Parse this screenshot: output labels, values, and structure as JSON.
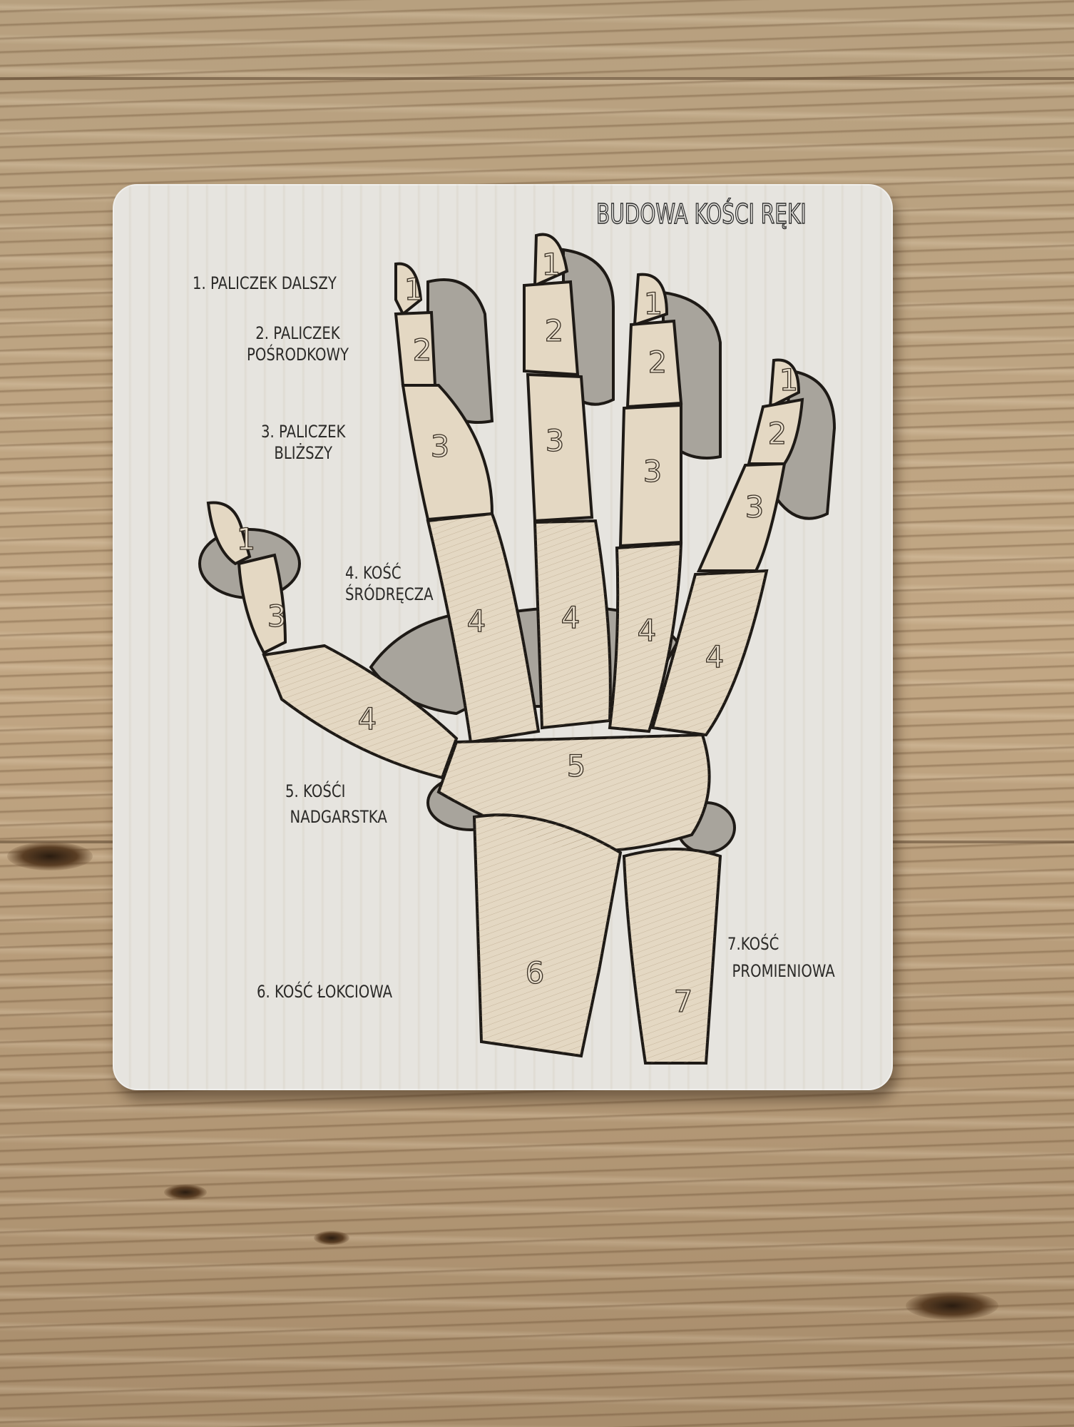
{
  "scene": {
    "description": "Laser-engraved wooden puzzle of hand bones on an oak table",
    "colors": {
      "table_wood": "#b39877",
      "board": "#e6e4df",
      "bone": "#e4d8c3",
      "engraving": "#2b2a28",
      "cutout_shadow": "#9c9890"
    }
  },
  "board": {
    "title": "BUDOWA KOŚCI RĘKI",
    "labels": [
      {
        "id": 1,
        "line1": "1. PALICZEK DALSZY",
        "line2": ""
      },
      {
        "id": 2,
        "line1": "2.  PALICZEK",
        "line2": "POŚRODKOWY"
      },
      {
        "id": 3,
        "line1": "3.  PALICZEK",
        "line2": "BLIŻSZY"
      },
      {
        "id": 4,
        "line1": "4. KOŚĆ",
        "line2": "ŚRÓDRĘCZA"
      },
      {
        "id": 5,
        "line1": "5. KOŚĆI",
        "line2": "NADGARSTKA"
      },
      {
        "id": 6,
        "line1": "6. KOŚĆ ŁOKCIOWA",
        "line2": ""
      },
      {
        "id": 7,
        "line1": "7.KOŚĆ",
        "line2": "PROMIENIOWA"
      }
    ]
  },
  "pieces": {
    "thumb": [
      "1",
      "3",
      "4"
    ],
    "index": [
      "1",
      "2",
      "3",
      "4"
    ],
    "middle": [
      "1",
      "2",
      "3",
      "4"
    ],
    "ring": [
      "1",
      "2",
      "3",
      "4"
    ],
    "little": [
      "1",
      "2",
      "3",
      "4"
    ],
    "wrist": [
      "5"
    ],
    "forearm": [
      "6",
      "7"
    ]
  }
}
